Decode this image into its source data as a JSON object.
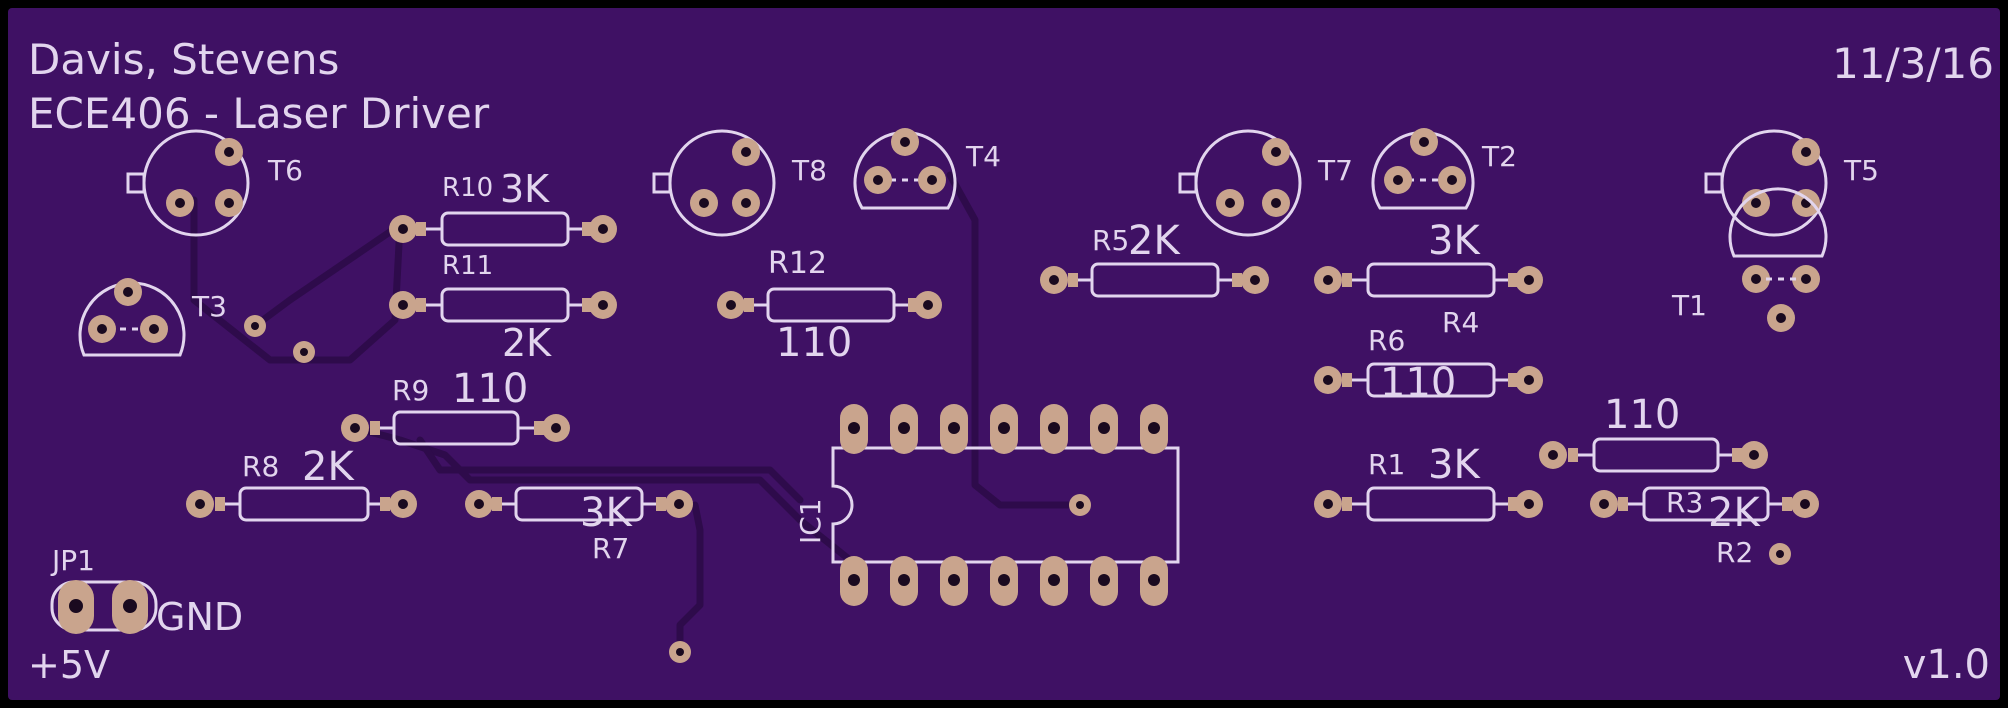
{
  "board": {
    "title_line1": "Davis, Stevens",
    "title_line2": "ECE406 - Laser Driver",
    "date": "11/3/16",
    "version": "v1.0",
    "colors": {
      "board_fill": "#3f1164",
      "board_edge": "#000000",
      "silkscreen": "#e2d5ee",
      "copper_pad": "#c9a48d",
      "trace": "#2e0b4b"
    }
  },
  "transistors": [
    "T1",
    "T2",
    "T3",
    "T4",
    "T5",
    "T6",
    "T7",
    "T8"
  ],
  "resistors": [
    {
      "ref": "R1",
      "value": "3K"
    },
    {
      "ref": "R2",
      "value": "2K"
    },
    {
      "ref": "R3",
      "value": "110"
    },
    {
      "ref": "R4",
      "value": "3K"
    },
    {
      "ref": "R5",
      "value": "2K"
    },
    {
      "ref": "R6",
      "value": "110"
    },
    {
      "ref": "R7",
      "value": "3K"
    },
    {
      "ref": "R8",
      "value": "2K"
    },
    {
      "ref": "R9",
      "value": "110"
    },
    {
      "ref": "R10",
      "value": "3K"
    },
    {
      "ref": "R11",
      "value": "2K"
    },
    {
      "ref": "R12",
      "value": "110"
    }
  ],
  "ic": {
    "ref": "IC1"
  },
  "jumper": {
    "ref": "JP1",
    "pin1_label": "+5V",
    "pin2_label": "GND"
  }
}
